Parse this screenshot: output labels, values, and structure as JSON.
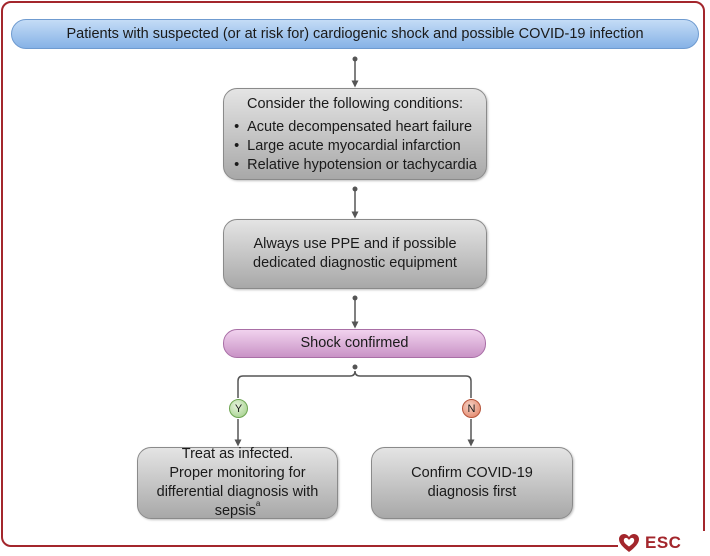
{
  "header": {
    "text": "Patients with suspected (or at risk for) cardiogenic shock and possible COVID-19 infection"
  },
  "conditions": {
    "title": "Consider the following conditions:",
    "items": [
      "Acute decompensated heart failure",
      "Large acute myocardial infarction",
      "Relative hypotension or tachycardia"
    ]
  },
  "ppe": {
    "line1": "Always use PPE and if possible",
    "line2": "dedicated diagnostic equipment"
  },
  "shock": {
    "text": "Shock confirmed"
  },
  "branches": {
    "yes": "Y",
    "no": "N"
  },
  "treat": {
    "line1": "Treat as infected.",
    "line2": "Proper monitoring for",
    "line3": "differential diagnosis with sepsis",
    "footnote": "a"
  },
  "confirm": {
    "line1": "Confirm COVID-19",
    "line2": "diagnosis first"
  },
  "logo": {
    "text": "ESC"
  },
  "colors": {
    "border": "#a3262c",
    "header": "#9cc0ea",
    "shock": "#d9a6d6",
    "yes": "#9ccc82",
    "no": "#e07a5c",
    "box": "#c4c4c4"
  }
}
